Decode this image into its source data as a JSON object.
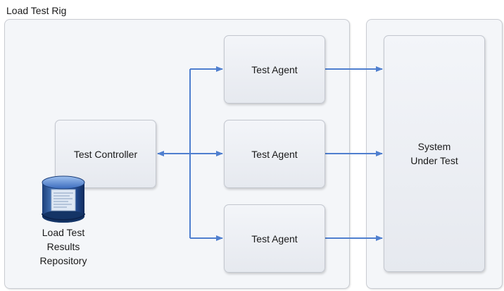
{
  "rig": {
    "title": "Load Test Rig"
  },
  "controller": {
    "label": "Test Controller"
  },
  "agents": [
    {
      "label": "Test Agent"
    },
    {
      "label": "Test Agent"
    },
    {
      "label": "Test Agent"
    }
  ],
  "system": {
    "line1": "System",
    "line2": "Under Test"
  },
  "repository": {
    "line1": "Load Test",
    "line2": "Results",
    "line3": "Repository",
    "icon": "database-icon"
  },
  "colors": {
    "arrow": "#4f7fcf",
    "panel_bg": "#f4f6f9",
    "node_bg": "#e9ecf1"
  }
}
